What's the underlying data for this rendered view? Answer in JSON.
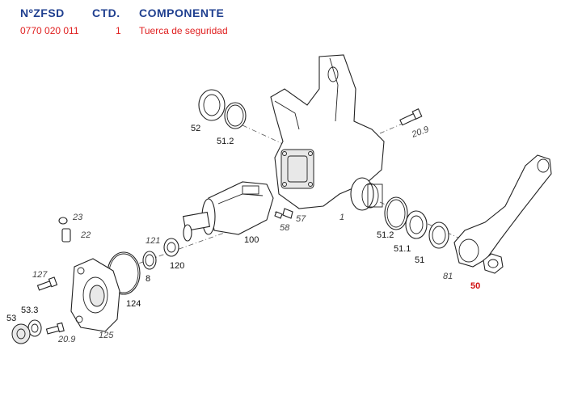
{
  "header": {
    "col_ref": "NºZFSD",
    "col_qty": "CTD.",
    "col_component": "COMPONENTE"
  },
  "row": {
    "ref": "0770 020 011",
    "qty": "1",
    "component": "Tuerca de seguridad"
  },
  "colors": {
    "header": "#1f3f8f",
    "row": "#e02020",
    "highlight": "#d01010"
  },
  "callouts": {
    "c52": "52",
    "c51_2_top": "51.2",
    "c20_9_top": "20.9",
    "c1": "1",
    "c57": "57",
    "c58": "58",
    "c100": "100",
    "c23": "23",
    "c22": "22",
    "c121": "121",
    "c120": "120",
    "c8": "8",
    "c127": "127",
    "c124": "124",
    "c53_3": "53.3",
    "c53": "53",
    "c20_9_bottom": "20.9",
    "c125": "125",
    "c51_2_right": "51.2",
    "c51_1": "51.1",
    "c51": "51",
    "c81": "81",
    "c50": "50"
  }
}
